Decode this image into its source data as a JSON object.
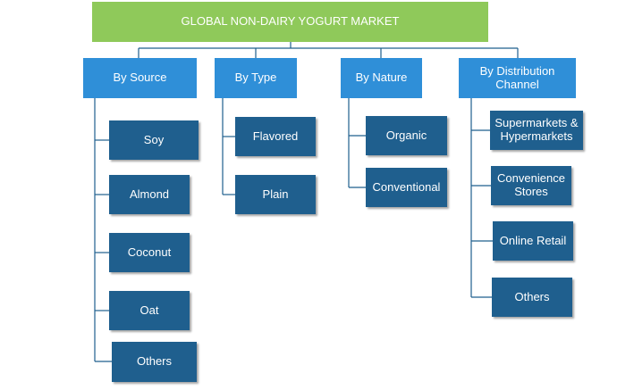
{
  "title": "GLOBAL NON-DAIRY YOGURT MARKET",
  "categories": [
    {
      "label": "By Source",
      "items": [
        "Soy",
        "Almond",
        "Coconut",
        "Oat",
        "Others"
      ]
    },
    {
      "label": "By Type",
      "items": [
        "Flavored",
        "Plain"
      ]
    },
    {
      "label": "By Nature",
      "items": [
        "Organic",
        "Conventional"
      ]
    },
    {
      "label": "By Distribution Channel",
      "items": [
        "Supermarkets & Hypermarkets",
        "Convenience Stores",
        "Online Retail",
        "Others"
      ]
    }
  ],
  "colors": {
    "root": "#8fc95a",
    "category": "#2f8fd8",
    "leaf": "#1f5f8e",
    "line": "#1f5f8e"
  }
}
